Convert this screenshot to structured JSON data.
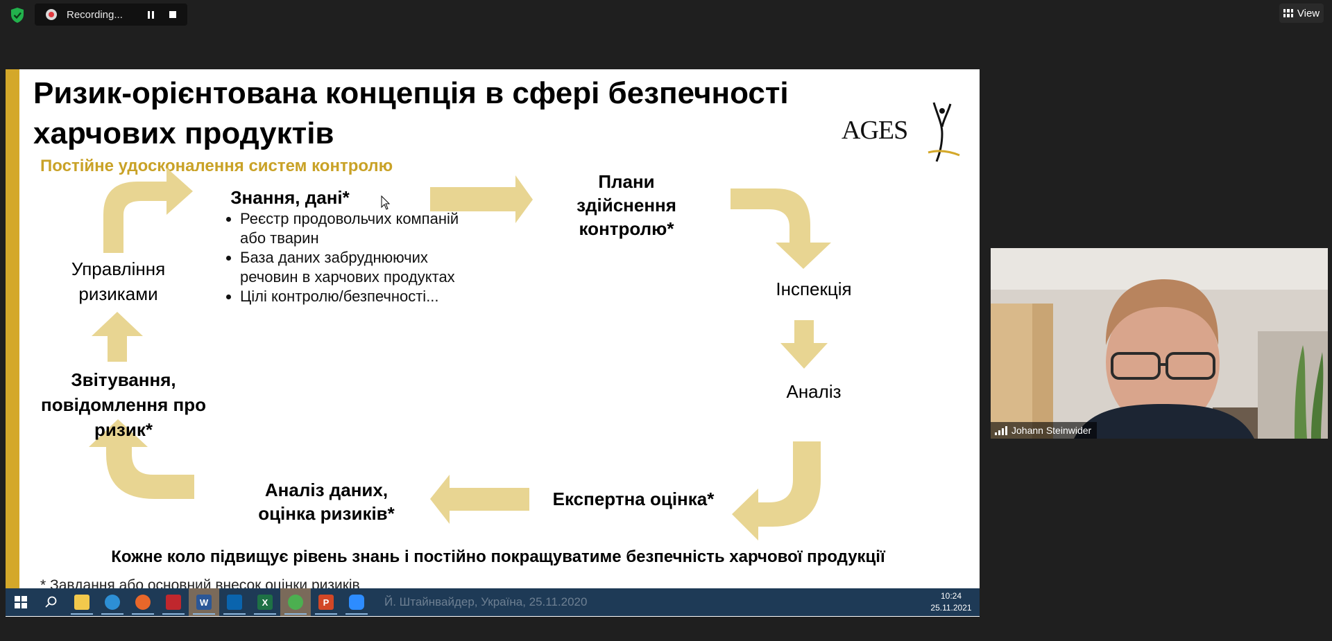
{
  "recording": {
    "status_text": "Recording...",
    "pause_icon": "pause-icon",
    "stop_icon": "stop-icon"
  },
  "view_button": {
    "label": "View",
    "icon": "grid-icon"
  },
  "slide": {
    "title": "Ризик-орієнтована концепція в сфері безпечності харчових продуктів",
    "logo_text": "AGES",
    "subtitle": "Постійне удосконалення систем контролю",
    "nodes": {
      "knowledge": "Знання, дані*",
      "plans": "Плани здійснення контролю*",
      "inspection": "Інспекція",
      "analysis": "Аналіз",
      "expert": "Експертна оцінка*",
      "data_analysis": "Аналіз даних, оцінка ризиків*",
      "reporting": "Звітування, повідомлення про ризик*",
      "management": "Управління ризиками"
    },
    "bullets": [
      "Реєстр продовольчих компаній або тварин",
      "База даних забруднюючих речовин в харчових продуктах",
      "Цілі контролю/безпечності..."
    ],
    "conclusion": "Кожне коло підвищує рівень знань і постійно покращуватиме безпечність харчової продукції",
    "footnote": "* Завдання або основний внесок оцінки ризиків",
    "colors": {
      "accent_bar": "#d4a82a",
      "subtitle": "#c9a227",
      "arrow": "#e8d592"
    }
  },
  "taskbar": {
    "apps": [
      {
        "name": "windows-start-icon",
        "label": ""
      },
      {
        "name": "search-icon",
        "label": ""
      },
      {
        "name": "file-explorer-icon",
        "label": ""
      },
      {
        "name": "network-icon",
        "label": ""
      },
      {
        "name": "firefox-icon",
        "label": ""
      },
      {
        "name": "acrobat-icon",
        "label": ""
      },
      {
        "name": "word-icon",
        "label": "W"
      },
      {
        "name": "outlook-icon",
        "label": ""
      },
      {
        "name": "excel-icon",
        "label": "X"
      },
      {
        "name": "browser-icon",
        "label": ""
      },
      {
        "name": "powerpoint-icon",
        "label": "P"
      },
      {
        "name": "zoom-icon",
        "label": ""
      }
    ],
    "ghost_text": "Й. Штайнвайдер, Україна, 25.11.2020",
    "time": "10:24",
    "date": "25.11.2021"
  },
  "video": {
    "participant_name": "Johann Steinwider"
  }
}
